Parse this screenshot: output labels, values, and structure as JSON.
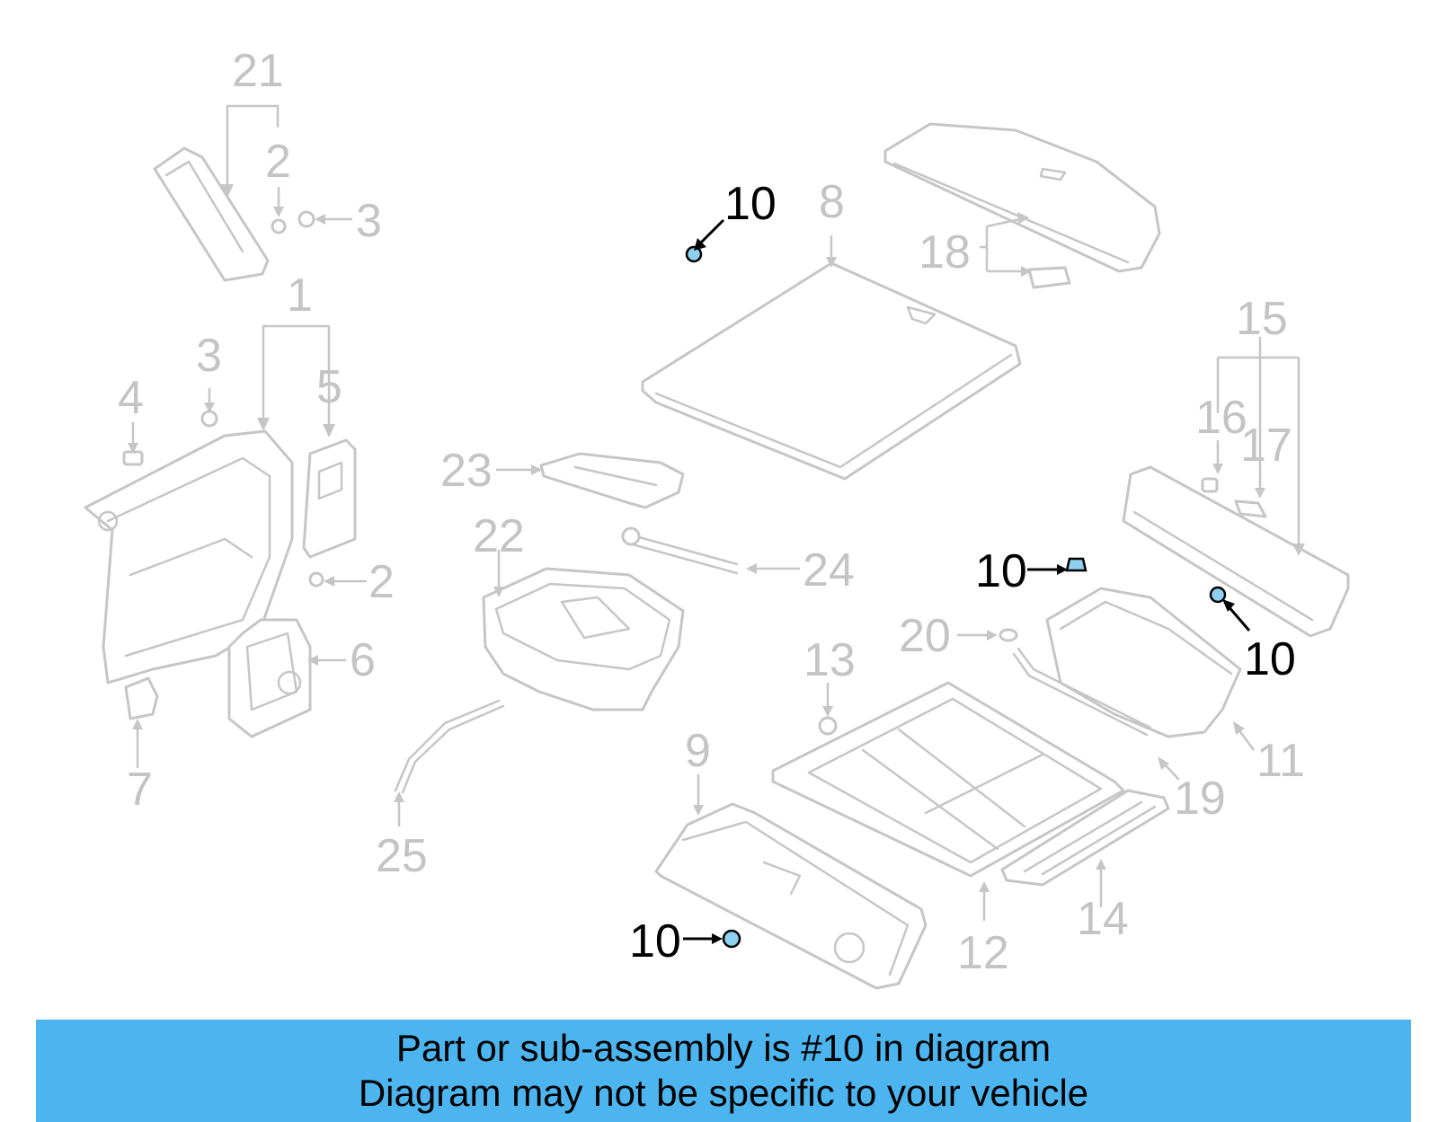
{
  "diagram": {
    "callouts": {
      "c21": "21",
      "c2a": "2",
      "c3a": "3",
      "c1": "1",
      "c3b": "3",
      "c4": "4",
      "c5": "5",
      "c2b": "2",
      "c6": "6",
      "c7": "7",
      "c10a": "10",
      "c8": "8",
      "c18": "18",
      "c23": "23",
      "c22": "22",
      "c24": "24",
      "c25": "25",
      "c15": "15",
      "c16": "16",
      "c17": "17",
      "c10b": "10",
      "c10c": "10",
      "c20": "20",
      "c13": "13",
      "c11": "11",
      "c19": "19",
      "c9": "9",
      "c14": "14",
      "c12": "12",
      "c10d": "10"
    },
    "highlight_color": "#8fd0f0"
  },
  "banner": {
    "line1": "Part or sub-assembly is #10 in diagram",
    "line2": "Diagram may not be specific to your vehicle",
    "background": "#4cb5ef"
  }
}
